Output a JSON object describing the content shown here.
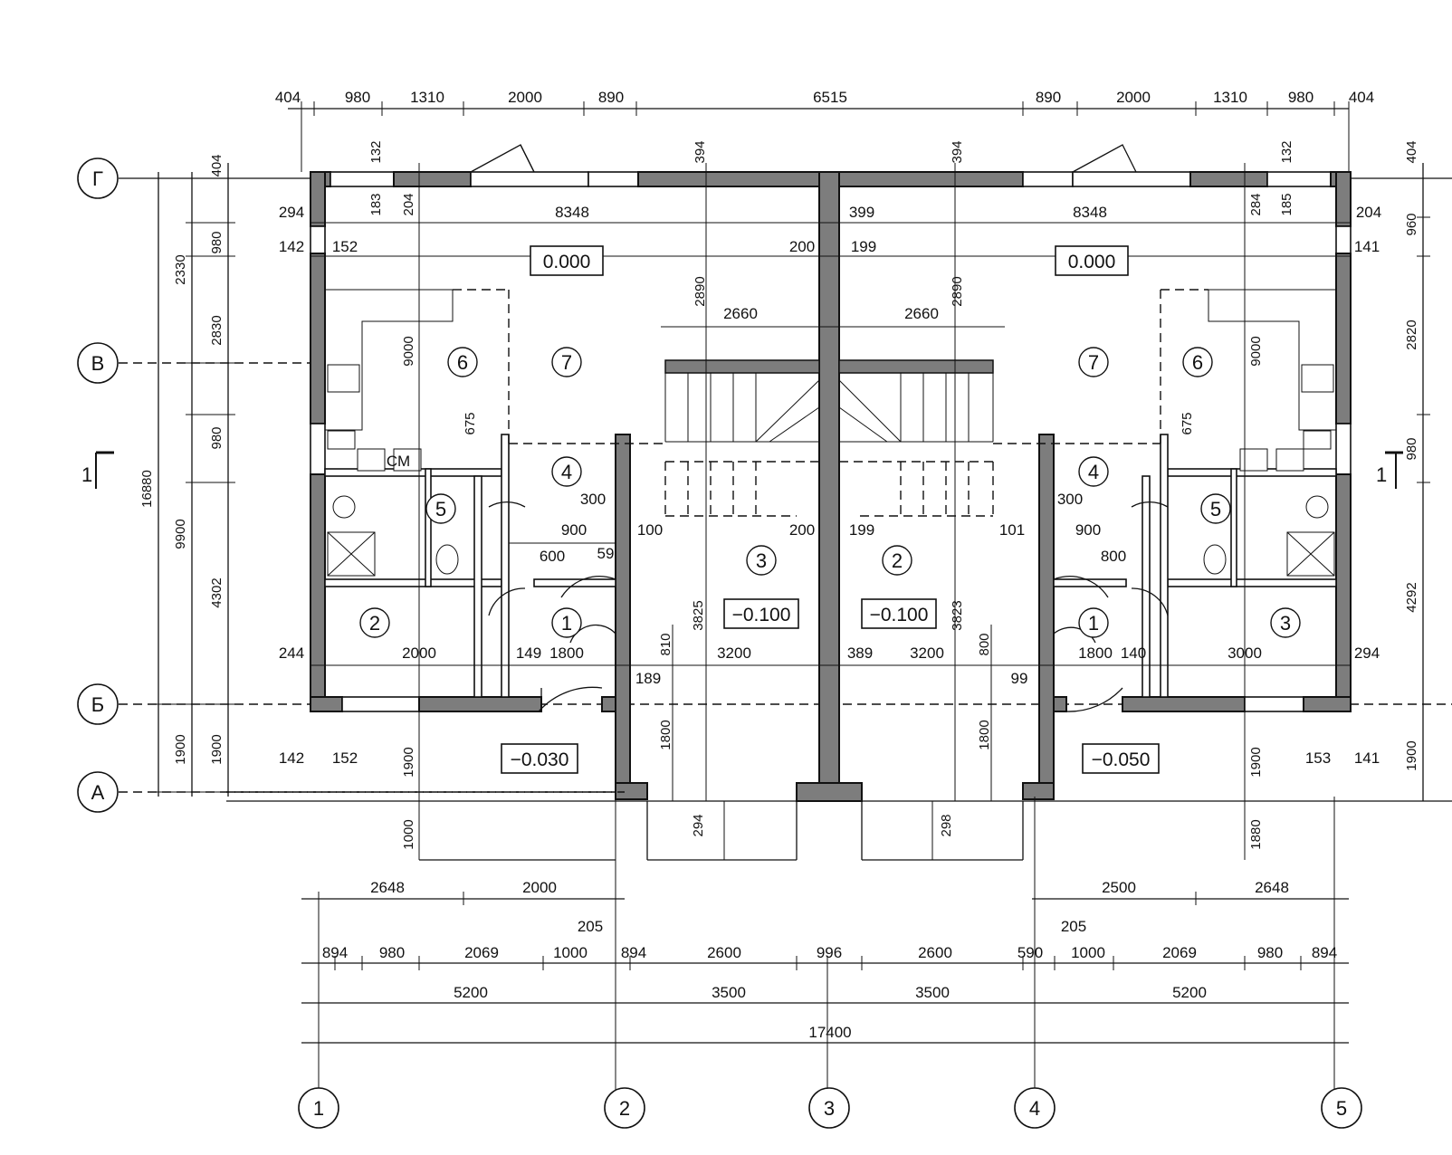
{
  "axes": {
    "vertical": [
      "1",
      "2",
      "3",
      "4",
      "5"
    ],
    "horizontal": [
      "Г",
      "В",
      "Б",
      "А"
    ]
  },
  "section_mark": "1",
  "levels": {
    "floor_top_left": "0.000",
    "floor_top_right": "0.000",
    "hall_left": "−0.100",
    "hall_right": "−0.100",
    "porch_left": "−0.030",
    "porch_right": "−0.050"
  },
  "rooms": {
    "left": [
      "6",
      "7",
      "4",
      "5",
      "2",
      "1",
      "3"
    ],
    "right": [
      "7",
      "6",
      "4",
      "5",
      "2",
      "1",
      "3"
    ]
  },
  "dims_top": [
    "404",
    "980",
    "1310",
    "2000",
    "890",
    "6515",
    "890",
    "2000",
    "1310",
    "980",
    "404"
  ],
  "dims_bottom_row1": [
    "2648",
    "2000",
    "2500",
    "2648"
  ],
  "dims_bottom_row2": [
    "894",
    "980",
    "2069",
    "1000",
    "894",
    "2600",
    "996",
    "2600",
    "590",
    "1000",
    "2069",
    "980",
    "894"
  ],
  "dims_bottom_205": [
    "205",
    "205"
  ],
  "dims_bottom_row3": [
    "5200",
    "3500",
    "3500",
    "5200"
  ],
  "dims_total": "17400",
  "dims_left": [
    "404",
    "980",
    "2330",
    "2830",
    "980",
    "4302",
    "1900",
    "16880",
    "9900",
    "1900"
  ],
  "dims_right": [
    "404",
    "2820",
    "980",
    "4292",
    "1900",
    "960"
  ],
  "interior": {
    "top_left_8348": "8348",
    "top_right_8348": "8348",
    "d294": "294",
    "d399": "399",
    "d204": "204",
    "d142": "142",
    "d152": "152",
    "d200": "200",
    "d199": "199",
    "d141": "141",
    "d2660a": "2660",
    "d2660b": "2660",
    "d300a": "300",
    "d900a": "900",
    "d600": "600",
    "d59": "59",
    "d100": "100",
    "d200b": "200",
    "d199b": "199",
    "d101": "101",
    "d300b": "300",
    "d900b": "900",
    "d800": "800",
    "d244": "244",
    "d2000": "2000",
    "d149": "149",
    "d1800a": "1800",
    "d3200a": "3200",
    "d389": "389",
    "d3200b": "3200",
    "d1800b": "1800",
    "d140": "140",
    "d3000": "3000",
    "d294b": "294",
    "d189": "189",
    "d99": "99",
    "d142b": "142",
    "d152b": "152",
    "d153": "153",
    "d141b": "141",
    "cm": "СМ",
    "v132a": "132",
    "v132b": "132",
    "v394a": "394",
    "v394b": "394",
    "v2890a": "2890",
    "v2890b": "2890",
    "v9000a": "9000",
    "v9000b": "9000",
    "v675a": "675",
    "v675b": "675",
    "v3825": "3825",
    "v3823": "3823",
    "v1800a": "1800",
    "v1800b": "1800",
    "v810": "810",
    "v800": "800",
    "v1900a": "1900",
    "v1900b": "1900",
    "v1000": "1000",
    "v1880": "1880",
    "v294a": "294",
    "v298": "298",
    "v183": "183",
    "v204": "204",
    "v284": "284",
    "v185": "185"
  }
}
